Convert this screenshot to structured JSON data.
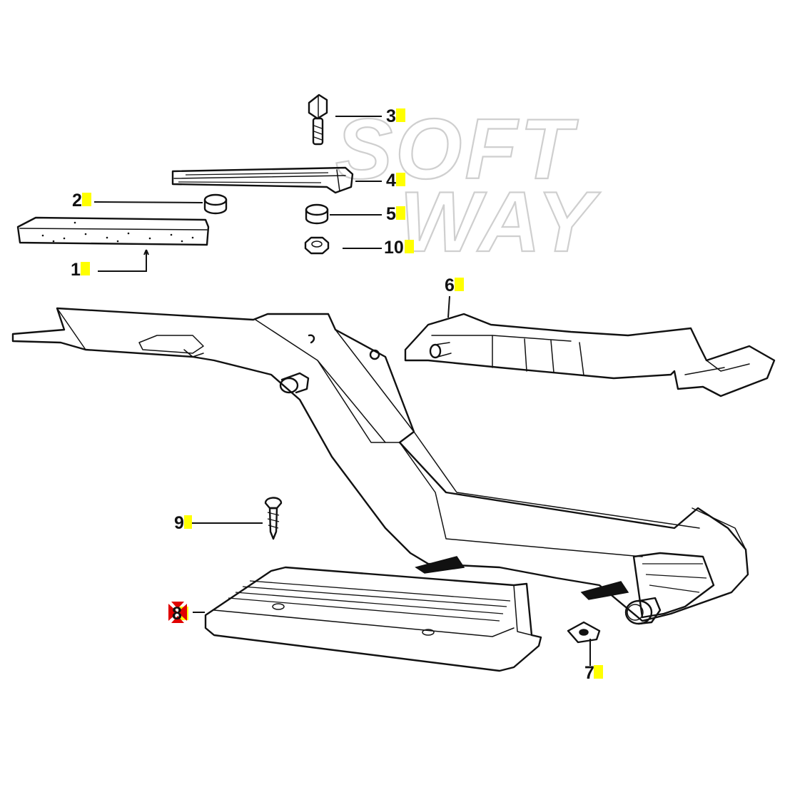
{
  "watermark": {
    "line1": "SOFT",
    "line2": "WAY"
  },
  "callouts": [
    {
      "id": "1",
      "text": "1"
    },
    {
      "id": "2",
      "text": "2"
    },
    {
      "id": "3",
      "text": "3"
    },
    {
      "id": "4",
      "text": "4"
    },
    {
      "id": "5",
      "text": "5"
    },
    {
      "id": "6",
      "text": "6"
    },
    {
      "id": "7",
      "text": "7"
    },
    {
      "id": "8",
      "text": "8"
    },
    {
      "id": "9",
      "text": "9"
    },
    {
      "id": "10",
      "text": "10"
    }
  ],
  "colors": {
    "label_highlight": "#ffff00",
    "selection_marker": "#e00000",
    "ink": "#111111",
    "watermark": "#cfcfcf"
  }
}
